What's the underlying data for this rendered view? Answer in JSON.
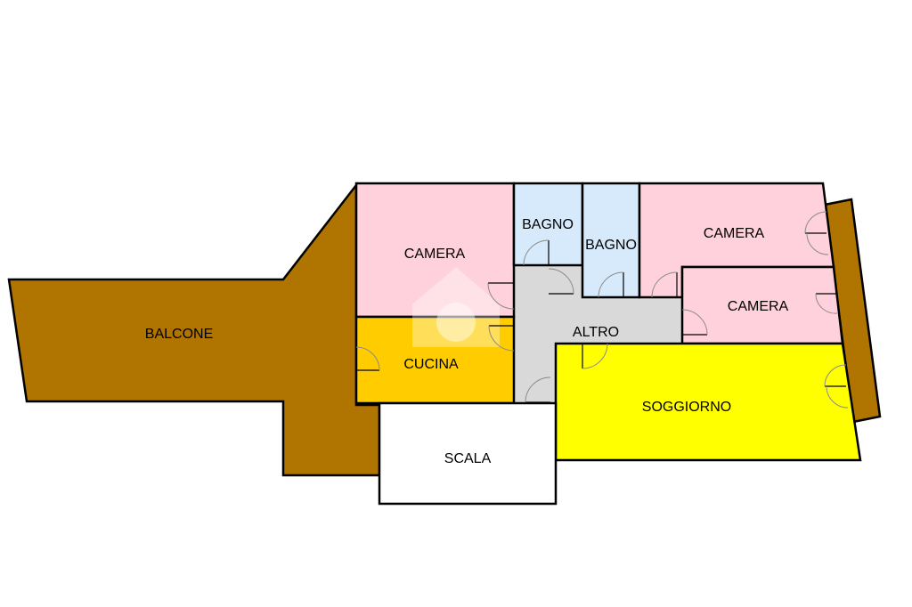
{
  "colors": {
    "balcone": "#b07400",
    "camera": "#ffd1dc",
    "bagno": "#d6eafb",
    "cucina": "#ffcc00",
    "soggiorno": "#ffff00",
    "altro": "#d9d9d9",
    "scala": "#ffffff"
  },
  "rooms": {
    "balcone": "BALCONE",
    "camera_1": "CAMERA",
    "bagno_1": "BAGNO",
    "bagno_2": "BAGNO",
    "camera_2": "CAMERA",
    "camera_3": "CAMERA",
    "cucina": "CUCINA",
    "altro": "ALTRO",
    "soggiorno": "SOGGIORNO",
    "scala": "SCALA"
  }
}
